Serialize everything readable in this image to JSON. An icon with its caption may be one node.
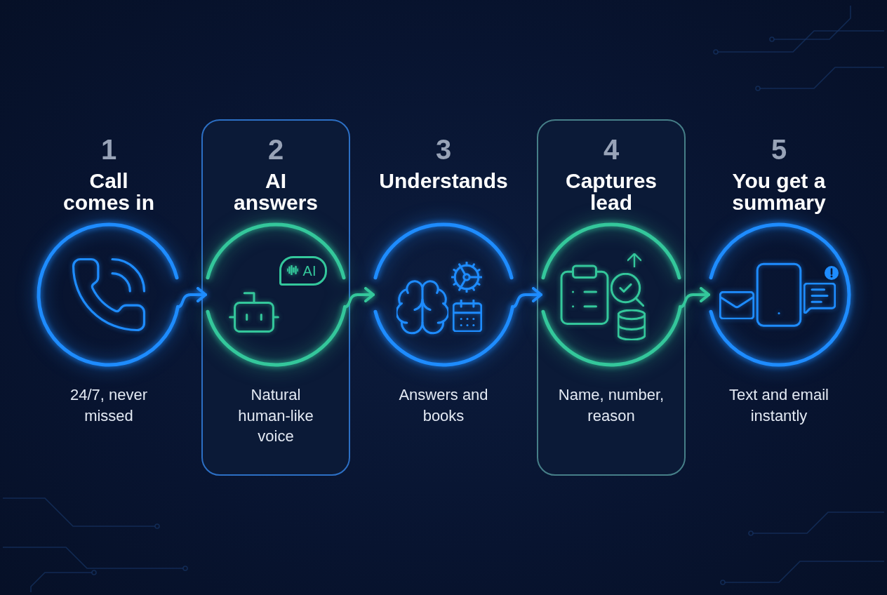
{
  "diagram": {
    "nodes": [
      {
        "text": [],
        "shape": "circle",
        "beside": [
          "1",
          "Call comes in",
          "24/7, never missed"
        ]
      },
      {
        "text": [
          "2",
          "AI answers",
          "Natural human-like voice"
        ]
      },
      {
        "text": [],
        "shape": "circle",
        "in": 1
      },
      {
        "text": [],
        "shape": "circle",
        "beside": [
          "3",
          "Understands",
          "Answers and books"
        ]
      },
      {
        "text": [
          "4",
          "Captures lead",
          "Name, number, reason"
        ]
      },
      {
        "text": [],
        "shape": "circle",
        "in": 4
      },
      {
        "text": [],
        "shape": "circle",
        "beside": [
          "5",
          "You get a summary",
          "Text and email instantly"
        ]
      }
    ],
    "edges": [
      {
        "from": 0,
        "to": 2,
        "arrow": "to"
      },
      {
        "from": 2,
        "to": 3,
        "arrow": "to",
        "color": "#34c79b"
      },
      {
        "from": 3,
        "to": 5,
        "arrow": "to"
      },
      {
        "from": 5,
        "to": 6,
        "arrow": "to",
        "color": "#34c79b"
      }
    ],
    "labels": [
      "AI"
    ]
  }
}
